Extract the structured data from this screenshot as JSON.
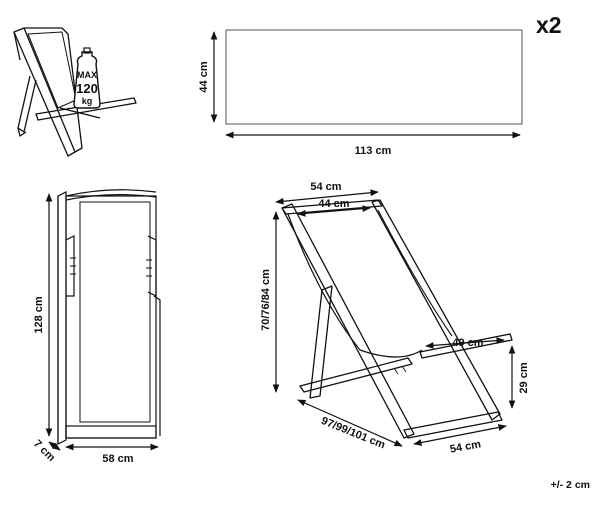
{
  "quantity": "x2",
  "fabric": {
    "width_label": "113 cm",
    "height_label": "44 cm"
  },
  "weight_badge": {
    "line1": "MAX",
    "line2": "120",
    "line3": "kg"
  },
  "front_view": {
    "height_label": "128 cm",
    "width_label": "58 cm",
    "depth_label": "7 cm"
  },
  "side_view": {
    "top_outer_label": "54 cm",
    "top_inner_label": "44 cm",
    "height_label": "70/76/84 cm",
    "armrest_label": "49 cm",
    "seat_height_label": "29 cm",
    "depth_label": "97/99/101 cm",
    "base_label": "54 cm"
  },
  "tolerance": "+/- 2 cm"
}
